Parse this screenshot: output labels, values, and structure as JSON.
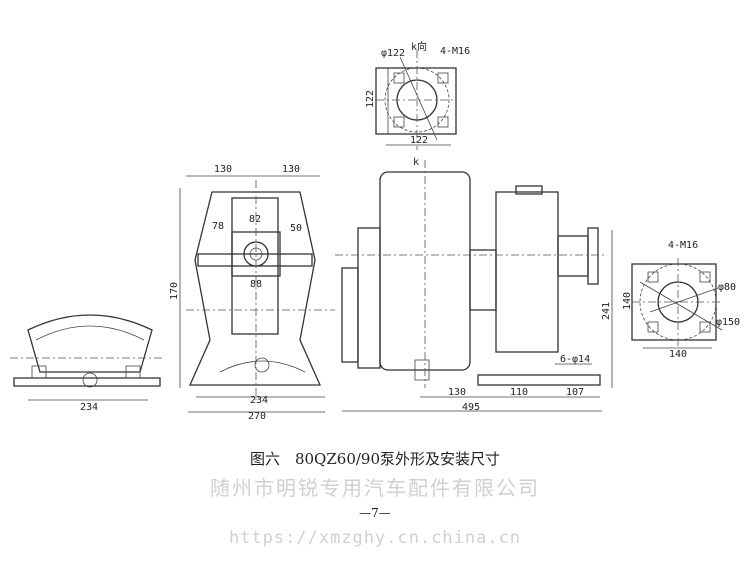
{
  "drawing": {
    "top_view": {
      "dia": "φ122",
      "view": "k向",
      "bolts": "4-M16",
      "height": "122",
      "width": "122",
      "arrow": "k"
    },
    "front_view": {
      "left_half": "130",
      "right_half": "130",
      "height": "170",
      "d78": "78",
      "d82": "82",
      "d50": "50",
      "d88": "88",
      "bolt_span": "234",
      "base_width": "270"
    },
    "saddle": {
      "width": "234"
    },
    "side_view": {
      "height": "241",
      "holes": "6-φ14",
      "d130": "130",
      "d110": "110",
      "d107": "107",
      "length": "495"
    },
    "flange_view": {
      "bolts": "4-M16",
      "inner_dia": "φ80",
      "height": "140",
      "outer_dia": "φ150",
      "width": "140"
    }
  },
  "caption": "图六　80QZ60/90泵外形及安装尺寸",
  "page_number": "—7—",
  "watermark": {
    "company": "随州市明锐专用汽车配件有限公司",
    "url": "https://xmzghy.cn.china.cn"
  }
}
